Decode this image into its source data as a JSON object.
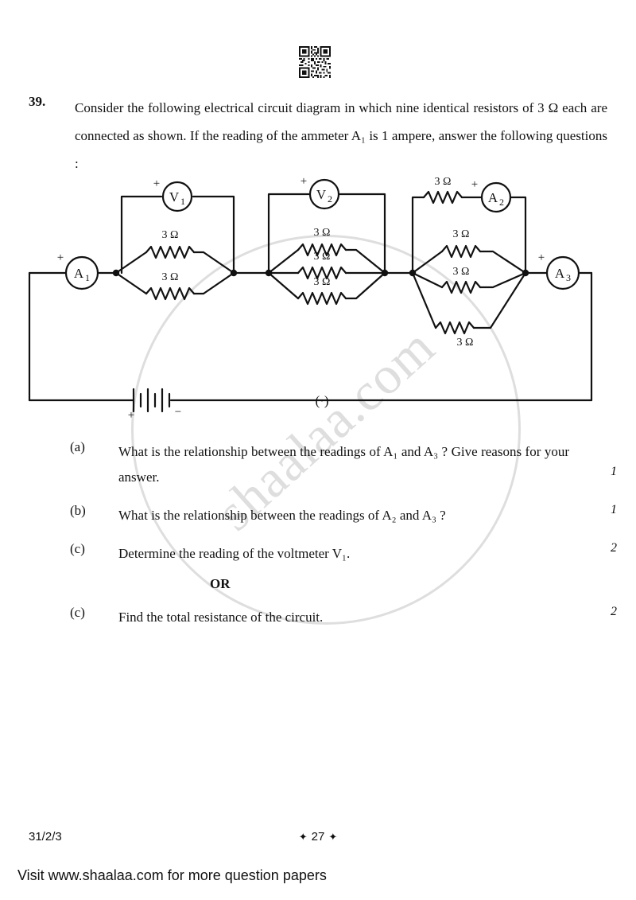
{
  "page": {
    "qr_label": "qr-code",
    "footer_code": "31/2/3",
    "footer_page_number": "27",
    "footer_deco_left": "✦",
    "footer_deco_right": "✦",
    "footer_visit": "Visit www.shaalaa.com for more question papers",
    "watermark_text": "shaalaa.com"
  },
  "question": {
    "number": "39.",
    "text": "Consider the following electrical circuit diagram in which nine identical resistors of 3 Ω each are connected as shown. If the reading of the ammeter A₁ is 1 ampere, answer the following questions :"
  },
  "circuit": {
    "resistor_label": "3 Ω",
    "plus_sign": "+",
    "minus_sign": "−",
    "ammeter_1": "A",
    "ammeter_1_sub": "1",
    "ammeter_2": "A",
    "ammeter_2_sub": "2",
    "ammeter_3": "A",
    "ammeter_3_sub": "3",
    "voltmeter_1": "V",
    "voltmeter_1_sub": "1",
    "voltmeter_2": "V",
    "voltmeter_2_sub": "2",
    "switch_symbol": "(·)",
    "sections": [
      {
        "name": "left-parallel-group",
        "resistor_count": 2,
        "meter": "V1"
      },
      {
        "name": "middle-parallel-group",
        "resistor_count": 3,
        "meter": "V2"
      },
      {
        "name": "right-parallel-group",
        "resistor_count": 4,
        "meter": "A2"
      }
    ]
  },
  "subquestions": [
    {
      "label": "(a)",
      "text": "What is the relationship between the readings of A₁ and A₃ ? Give reasons for your answer.",
      "marks": "1",
      "marks_on_second_line": true
    },
    {
      "label": "(b)",
      "text": "What is the relationship between the readings of A₂ and A₃ ?",
      "marks": "1",
      "marks_on_second_line": false
    },
    {
      "label": "(c)",
      "text": "Determine the reading of the voltmeter V₁.",
      "marks": "2",
      "marks_on_second_line": false
    },
    {
      "label": "(c)",
      "text": "Find the total resistance of the circuit.",
      "marks": "2",
      "marks_on_second_line": false
    }
  ],
  "or_divider": "OR"
}
